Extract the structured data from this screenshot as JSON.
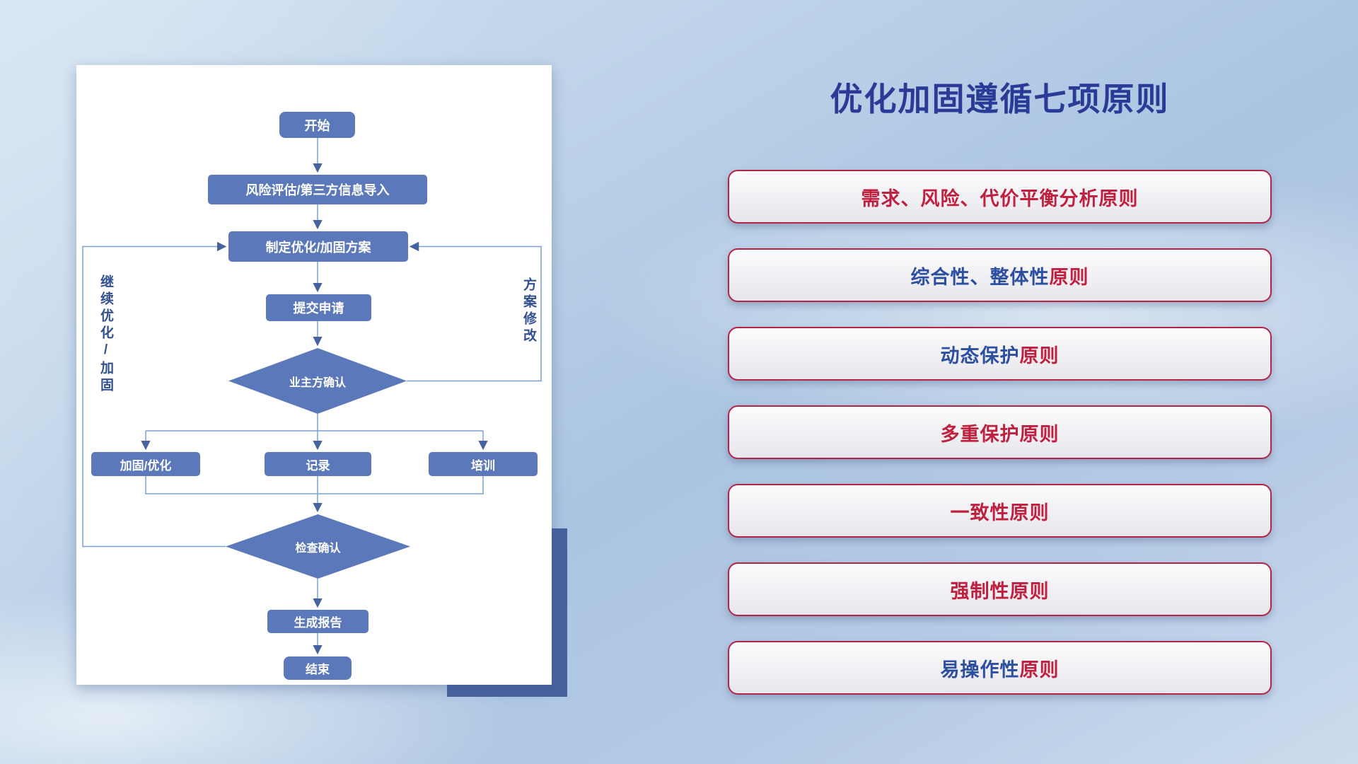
{
  "title": "优化加固遵循七项原则",
  "flowchart": {
    "start": "开始",
    "risk_import": "风险评估/第三方信息导入",
    "make_plan": "制定优化/加固方案",
    "submit": "提交申请",
    "owner_confirm": "业主方确认",
    "branch_reinforce": "加固/优化",
    "branch_record": "记录",
    "branch_training": "培训",
    "check_confirm": "检查确认",
    "report": "生成报告",
    "end": "结束",
    "loop_left": "继续优化/加固",
    "loop_right": "方案修改"
  },
  "principles": [
    {
      "seg1": {
        "text": "需求、风险、代价平衡分析原则",
        "color": "red"
      }
    },
    {
      "seg1": {
        "text": "综合性、整体性",
        "color": "blue"
      },
      "seg2": {
        "text": "原则",
        "color": "red"
      }
    },
    {
      "seg1": {
        "text": "动态保护",
        "color": "blue"
      },
      "seg2": {
        "text": "原则",
        "color": "red"
      }
    },
    {
      "seg1": {
        "text": "多重保护原则",
        "color": "red"
      }
    },
    {
      "seg1": {
        "text": "一致性原则",
        "color": "red"
      }
    },
    {
      "seg1": {
        "text": "强制性原则",
        "color": "red"
      }
    },
    {
      "seg1": {
        "text": "易操作性",
        "color": "blue"
      },
      "seg2": {
        "text": "原则",
        "color": "red"
      }
    }
  ],
  "colors": {
    "title_blue": "#2b3a96",
    "principle_red": "#c01f3e",
    "principle_blue": "#2d4fa1",
    "principle_border": "#b32446",
    "node_fill": "#5b79ba",
    "connector": "#7aa1d2",
    "arrowhead": "#44639f",
    "accent_rect": "#47639e"
  }
}
